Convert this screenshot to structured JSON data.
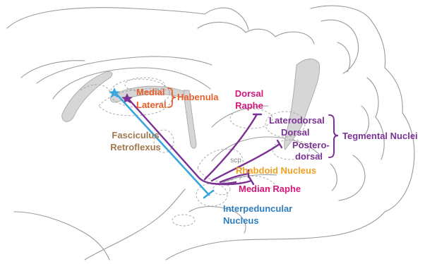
{
  "labels": {
    "medial": "Medial",
    "lateral": "Lateral",
    "habenula": "Habenula",
    "fasciculus_line1": "Fasciculus",
    "fasciculus_line2": "Retroflexus",
    "dorsal_raphe_line1": "Dorsal",
    "dorsal_raphe_line2": "Raphe",
    "laterodorsal": "Laterodorsal",
    "dorsal": "Dorsal",
    "posterodorsal_line1": "Postero-",
    "posterodorsal_line2": "dorsal",
    "tegmental_nuclei": "Tegmental Nuclei",
    "scp": "scp",
    "rhabdoid_nucleus": "Rhabdoid Nucleus",
    "median_raphe": "Median Raphe",
    "interpeduncular_line1": "Interpeduncular",
    "interpeduncular_line2": "Nucleus"
  },
  "colors": {
    "habenula_orange": "#e8612c",
    "fasciculus_tan": "#a0784f",
    "raphe_magenta": "#d4177d",
    "tegmental_purple": "#7b3294",
    "rhabdoid_orange": "#f0a020",
    "interpeduncular_blue": "#2f7fc0",
    "projection_purple": "#7b3294",
    "projection_blue": "#3aa6dd",
    "tissue_outline": "#9a9a9a",
    "ventricle_fill": "#d6d6d6"
  }
}
